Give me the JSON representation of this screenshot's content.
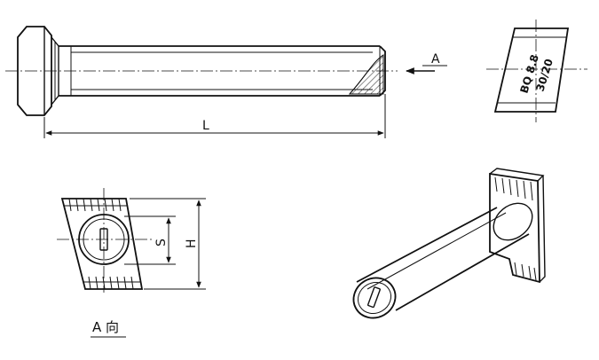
{
  "labels": {
    "length": "L",
    "view_arrow": "A",
    "view_caption": "A 向",
    "slot_width": "S",
    "head_height": "H",
    "marking_line1": "BQ 8.8",
    "marking_line2": "30/20"
  },
  "colors": {
    "line": "#111111",
    "background": "#ffffff"
  }
}
